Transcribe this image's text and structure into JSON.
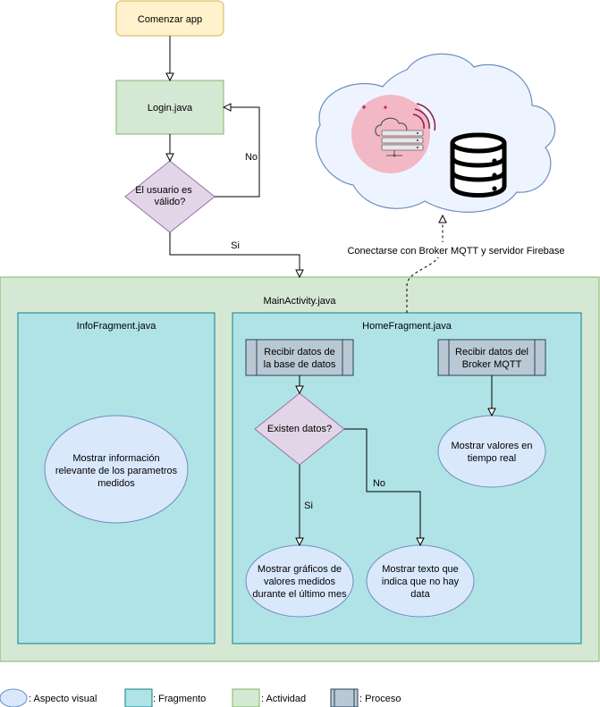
{
  "nodes": {
    "start": "Comenzar app",
    "login": "Login.java",
    "valid_q": [
      "El usuario es",
      "válido?"
    ],
    "main_activity": "MainActivity.java",
    "info_fragment": "InfoFragment.java",
    "home_fragment": "HomeFragment.java",
    "info_ellipse": [
      "Mostrar información",
      "relevante de los parametros",
      "medidos"
    ],
    "recv_db": [
      "Recibir datos de",
      "la base de datos"
    ],
    "recv_mqtt": [
      "Recibir datos del",
      "Broker MQTT"
    ],
    "exists_q": "Existen datos?",
    "realtime": [
      "Mostrar valores en",
      "tiempo real"
    ],
    "show_graphs": [
      "Mostrar gráficos de",
      "valores medidos",
      "durante el último mes"
    ],
    "show_nodata": [
      "Mostrar texto que",
      "indica que no hay",
      "data"
    ]
  },
  "edges": {
    "no_login": "No",
    "si_login": "Si",
    "cloud_link": "Conectarse con Broker MQTT y servidor Firebase",
    "si_exists": "Si",
    "no_exists": "No"
  },
  "legend": {
    "visual": ": Aspecto visual",
    "fragment": ": Fragmento",
    "activity": ": Actividad",
    "process": ": Proceso"
  },
  "colors": {
    "start_fill": "#fff2cc",
    "start_stroke": "#d6b656",
    "activity_fill": "#d5e8d4",
    "activity_stroke": "#82b366",
    "decision_fill": "#e1d5e7",
    "decision_stroke": "#9673a6",
    "fragment_fill": "#b0e3e6",
    "fragment_stroke": "#0e8088",
    "visual_fill": "#dae8fc",
    "visual_stroke": "#6c8ebf",
    "process_fill": "#bac8d3",
    "process_stroke": "#23445d",
    "cloud_fill": "#eef4ff",
    "cloud_stroke": "#6c8ebf",
    "server_circle": "#f2b8c6"
  },
  "icons": [
    "cloud-icon",
    "server-icon",
    "database-icon"
  ]
}
